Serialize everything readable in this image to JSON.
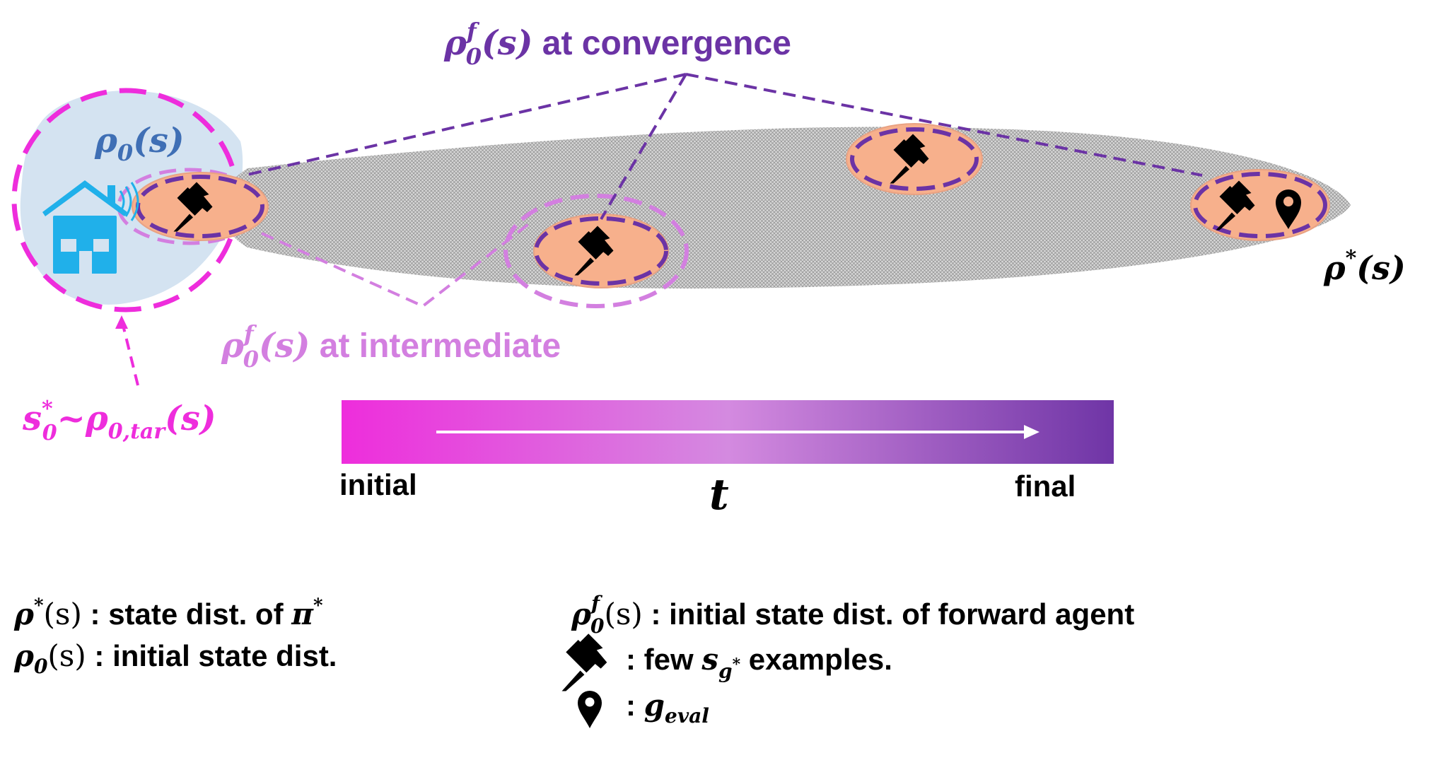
{
  "colors": {
    "magenta": "#EE2DDC",
    "light_purple": "#D37FE0",
    "dark_purple": "#6B33A5",
    "blue": "#3F6FB5",
    "blue_fill": "#D4E3F1",
    "house": "#20B0EA",
    "salmon": "#F7B08C",
    "black": "#000000"
  },
  "labels": {
    "convergence": {
      "rho": "ρ",
      "sup": "f",
      "sub": "0",
      "arg": "(s)",
      "text": " at convergence"
    },
    "intermediate": {
      "rho": "ρ",
      "sup": "f",
      "sub": "0",
      "arg": "(s)",
      "text": " at intermediate"
    },
    "rho0": {
      "rho": "ρ",
      "sub": "0",
      "arg": "(s)"
    },
    "rhostar": {
      "rho": "ρ",
      "sup": "*",
      "arg": "(s)"
    },
    "target": {
      "s": "s",
      "sup": "*",
      "sub": "0",
      "tilde": "~",
      "rho": "ρ",
      "rsub": "0,tar",
      "arg": "(s)"
    },
    "initial": "initial",
    "final": "final",
    "t": "t"
  },
  "legend": {
    "rhostar": {
      "sym": "ρ",
      "sup": "*",
      "arg": "(s)",
      "text": " : state dist. of ",
      "pi": "π",
      "pisup": "*"
    },
    "rho0": {
      "sym": "ρ",
      "sub": "0",
      "arg": "(s)",
      "text": " : initial state dist."
    },
    "rho0f": {
      "sym": "ρ",
      "sup": "f",
      "sub": "0",
      "arg": "(s)",
      "text": " : initial state dist. of forward agent"
    },
    "pin": {
      "text1": ": few ",
      "s": "s",
      "sub": "g",
      "subsup": "*",
      "text2": " examples."
    },
    "marker": {
      "text1": ": ",
      "g": "g",
      "sub": "eval"
    }
  },
  "icons": [
    "house-icon",
    "pushpin-icon",
    "map-marker-icon",
    "arrow-icon"
  ]
}
